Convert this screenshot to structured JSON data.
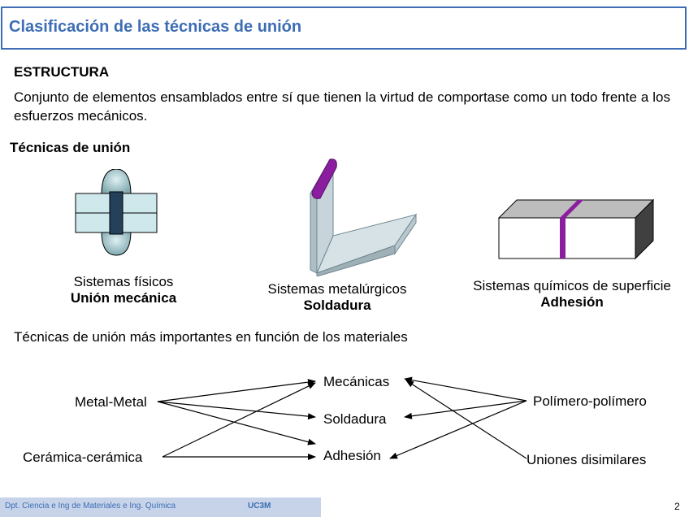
{
  "slide": {
    "title": "Clasificación de las técnicas de unión",
    "structure_heading": "ESTRUCTURA",
    "structure_text": "Conjunto de elementos ensamblados entre sí que tienen la virtud de comportase como un todo frente a los esfuerzos mecánicos.",
    "techniques_heading": "Técnicas de unión",
    "techniques": [
      {
        "caption": "Sistemas físicos",
        "bold": "Unión mecánica",
        "icon": "rivet-joint-icon"
      },
      {
        "caption": "Sistemas metalúrgicos",
        "bold": "Soldadura",
        "icon": "welded-angle-icon"
      },
      {
        "caption": "Sistemas químicos de superficie",
        "bold": "Adhesión",
        "icon": "adhesive-block-icon"
      }
    ],
    "important_heading": "Técnicas de unión más importantes en función de los materiales",
    "diagram": {
      "left": [
        "Metal-Metal",
        "Cerámica-cerámica"
      ],
      "center": [
        "Mecánicas",
        "Soldadura",
        "Adhesión"
      ],
      "right": [
        "Polímero-polímero",
        "Uniones disimilares"
      ]
    }
  },
  "footer": {
    "department": "Dpt. Ciencia e Ing de Materiales e Ing. Química",
    "university": "UC3M",
    "page": "2"
  },
  "colors": {
    "title": "#3d6db5",
    "footer_band": "#c6d3e9",
    "weld_accent": "#8b1e9e",
    "rivet": "#9fc3c8"
  }
}
